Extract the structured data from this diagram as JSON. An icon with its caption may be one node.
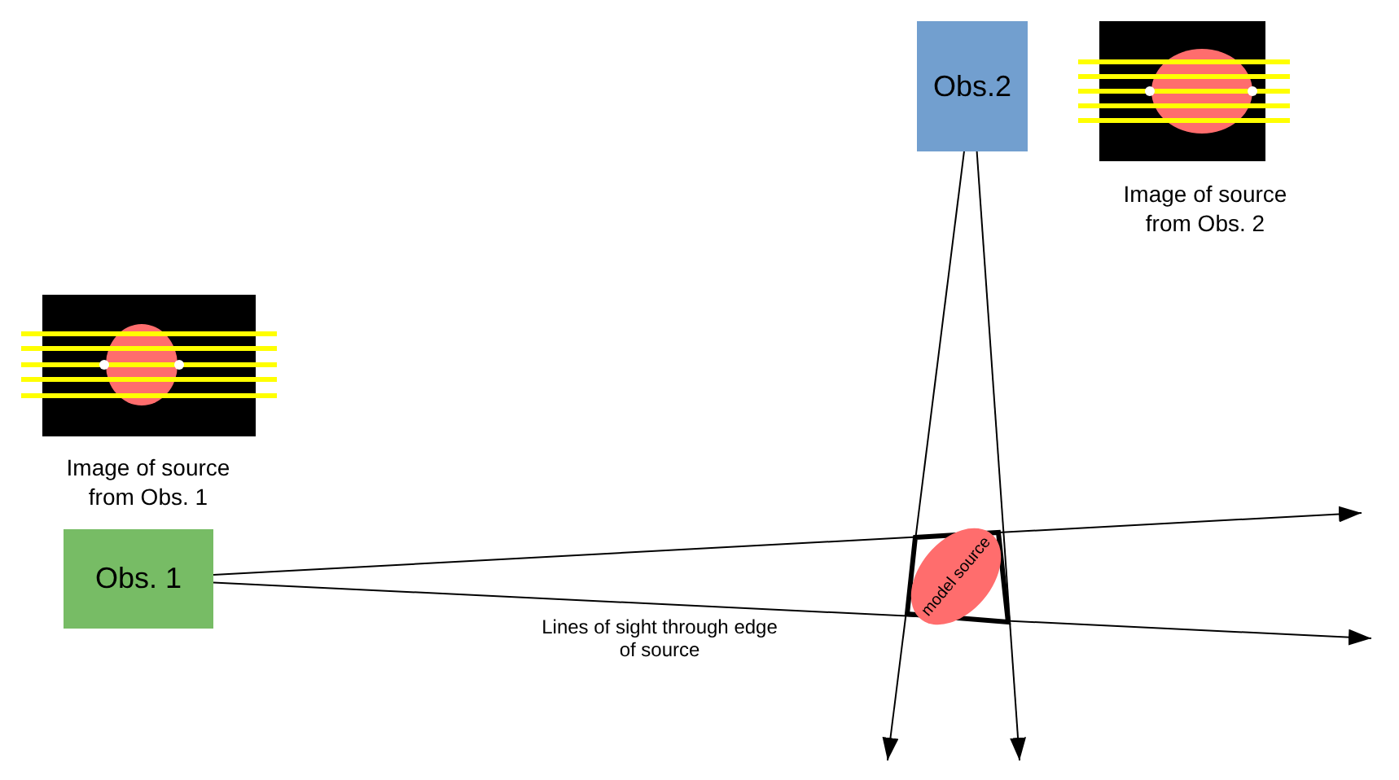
{
  "diagram": {
    "nodes": [
      {
        "text": [
          "Obs.2"
        ]
      },
      {
        "text": [
          "Obs. 1"
        ]
      },
      {
        "text": [
          "model source"
        ]
      }
    ],
    "edges": [
      {
        "from": 0,
        "to": null,
        "arrow": "to"
      },
      {
        "from": 0,
        "to": null,
        "arrow": "to"
      },
      {
        "from": 1,
        "to": null,
        "arrow": "to"
      },
      {
        "from": 1,
        "to": null,
        "arrow": "to"
      }
    ],
    "labels": [
      "Image of source from Obs. 2",
      "Image of source from Obs. 1",
      "Lines of sight through edge of source"
    ]
  }
}
